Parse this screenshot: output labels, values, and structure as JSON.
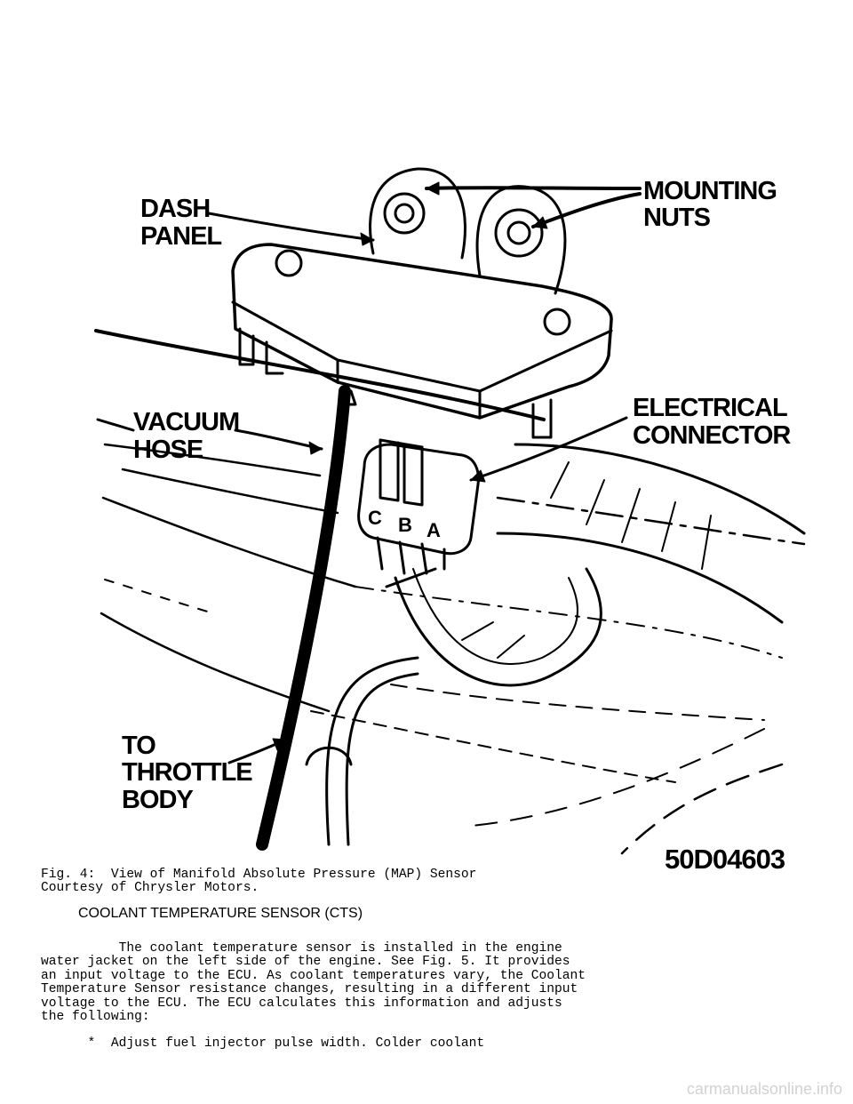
{
  "figure": {
    "labels": {
      "dash_panel_1": "DASH",
      "dash_panel_2": "PANEL",
      "mounting_nuts_1": "MOUNTING",
      "mounting_nuts_2": "NUTS",
      "vacuum_hose_1": "VACUUM",
      "vacuum_hose_2": "HOSE",
      "electrical_connector_1": "ELECTRICAL",
      "electrical_connector_2": "CONNECTOR",
      "to_throttle_body_1": "TO",
      "to_throttle_body_2": "THROTTLE",
      "to_throttle_body_3": "BODY",
      "pin_c": "C",
      "pin_b": "B",
      "pin_a": "A",
      "figure_code": "50D04603"
    }
  },
  "caption": "Fig. 4:  View of Manifold Absolute Pressure (MAP) Sensor\nCourtesy of Chrysler Motors.",
  "section_heading": "COOLANT TEMPERATURE SENSOR (CTS)",
  "body_text": "          The coolant temperature sensor is installed in the engine\nwater jacket on the left side of the engine. See Fig. 5. It provides\nan input voltage to the ECU. As coolant temperatures vary, the Coolant\nTemperature Sensor resistance changes, resulting in a different input\nvoltage to the ECU. The ECU calculates this information and adjusts\nthe following:",
  "bullet_item": "      *  Adjust fuel injector pulse width. Colder coolant",
  "watermark": "carmanualsonline.info"
}
